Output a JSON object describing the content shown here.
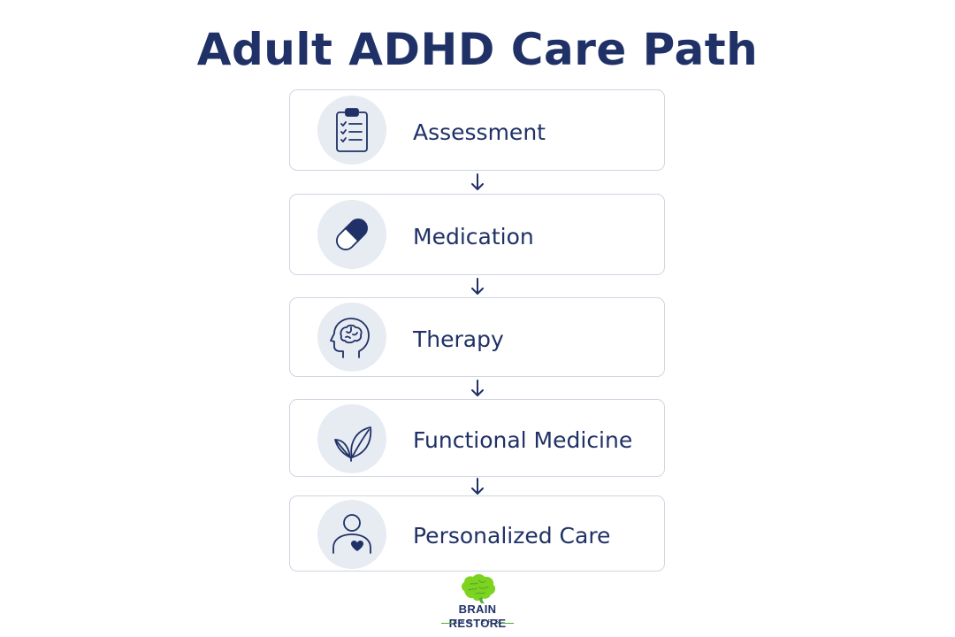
{
  "title": "Adult ADHD Care Path",
  "steps": [
    {
      "label": "Assessment",
      "icon": "clipboard-checklist-icon"
    },
    {
      "label": "Medication",
      "icon": "capsule-pill-icon"
    },
    {
      "label": "Therapy",
      "icon": "brain-head-icon"
    },
    {
      "label": "Functional Medicine",
      "icon": "leaves-icon"
    },
    {
      "label": "Personalized Care",
      "icon": "person-heart-icon"
    }
  ],
  "colors": {
    "navy": "#1f3166",
    "card_border": "#cfd6e2",
    "icon_background": "#e7ebf2",
    "logo_green": "#7ed321"
  },
  "logo": {
    "name": "BRAIN RESTORE",
    "subtitle": "CENTERS"
  }
}
